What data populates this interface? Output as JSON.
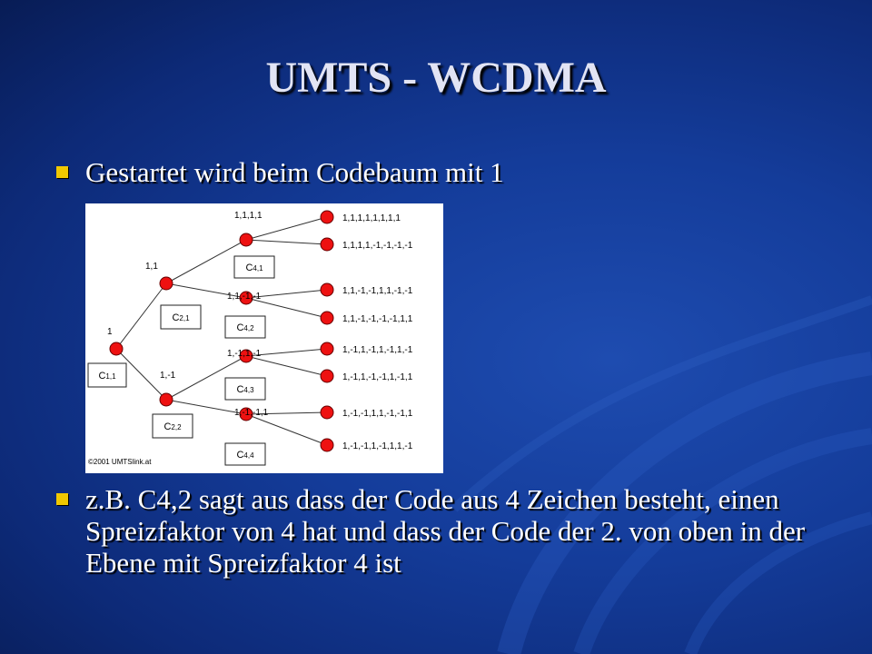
{
  "title": "UMTS - WCDMA",
  "bullets": [
    "Gestartet wird beim Codebaum mit 1",
    "z.B. C4,2 sagt aus dass der Code aus 4 Zeichen besteht, einen Spreizfaktor von 4 hat und dass der Code der 2. von oben in der Ebene mit Spreizfaktor 4 ist"
  ],
  "bullet_color": "#f0c800",
  "code_tree": {
    "root": {
      "value": "1",
      "name_main": "C",
      "name_sub": "1,1"
    },
    "level2": [
      {
        "value": "1,1",
        "name_main": "C",
        "name_sub": "2,1"
      },
      {
        "value": "1,-1",
        "name_main": "C",
        "name_sub": "2,2"
      }
    ],
    "level4": [
      {
        "value": "1,1,1,1",
        "name_main": "C",
        "name_sub": "4,1"
      },
      {
        "value": "1,1,-1,-1",
        "name_main": "C",
        "name_sub": "4,2"
      },
      {
        "value": "1,-1,1,-1",
        "name_main": "C",
        "name_sub": "4,3"
      },
      {
        "value": "1,-1,-1,1",
        "name_main": "C",
        "name_sub": "4,4"
      }
    ],
    "level8": [
      "1,1,1,1,1,1,1,1",
      "1,1,1,1,-1,-1,-1,-1",
      "1,1,-1,-1,1,1,-1,-1",
      "1,1,-1,-1,-1,-1,1,1",
      "1,-1,1,-1,1,-1,1,-1",
      "1,-1,1,-1,-1,1,-1,1",
      "1,-1,-1,1,1,-1,-1,1",
      "1,-1,-1,1,-1,1,1,-1"
    ],
    "copyright": "©2001 UMTSlink.at",
    "node_color": "#ee1111"
  }
}
